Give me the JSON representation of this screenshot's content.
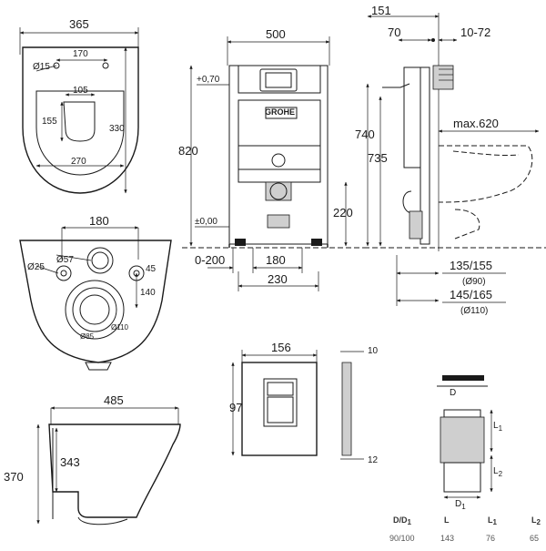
{
  "top_view": {
    "width": "365",
    "holes_spacing": "170",
    "hole_diameter": "Ø15",
    "seat_width": "105",
    "seat_length": "155",
    "length": "330",
    "inner_width": "270"
  },
  "bottom_view": {
    "spacing": "180",
    "d1": "Ø25",
    "d2": "Ø57",
    "angle": "45",
    "offset": "140",
    "d3": "Ø85",
    "d4": "Ø110"
  },
  "side_view": {
    "length": "485",
    "height": "370",
    "inner_height": "343"
  },
  "frame_front": {
    "width": "500",
    "level_top": "+0,70",
    "height_820": "820",
    "level_zero": "±0,00",
    "inlet": "220",
    "adjust": "0-200",
    "spacing_180": "180",
    "spacing_230": "230",
    "brand": "GROHE"
  },
  "frame_side": {
    "d151": "151",
    "d70": "70",
    "d10_72": "10-72",
    "h740": "740",
    "h735": "735",
    "max": "max.620",
    "pipe1": "135/155",
    "pipe1_d": "(Ø90)",
    "pipe2": "145/165",
    "pipe2_d": "(Ø110)"
  },
  "plate": {
    "width": "156",
    "height": "97",
    "thickness": "10",
    "depth": "12"
  },
  "connector": {
    "label_d": "D",
    "label_d1": "D",
    "label_d1_sub": "1",
    "label_l1": "L",
    "label_l1_sub": "1",
    "label_l2": "L",
    "label_l2_sub": "2"
  },
  "table": {
    "headers": [
      "D/D",
      "L",
      "L",
      "L"
    ],
    "header_subs": [
      "1",
      "",
      "1",
      "2"
    ],
    "values": [
      "90/100",
      "143",
      "76",
      "65"
    ]
  }
}
